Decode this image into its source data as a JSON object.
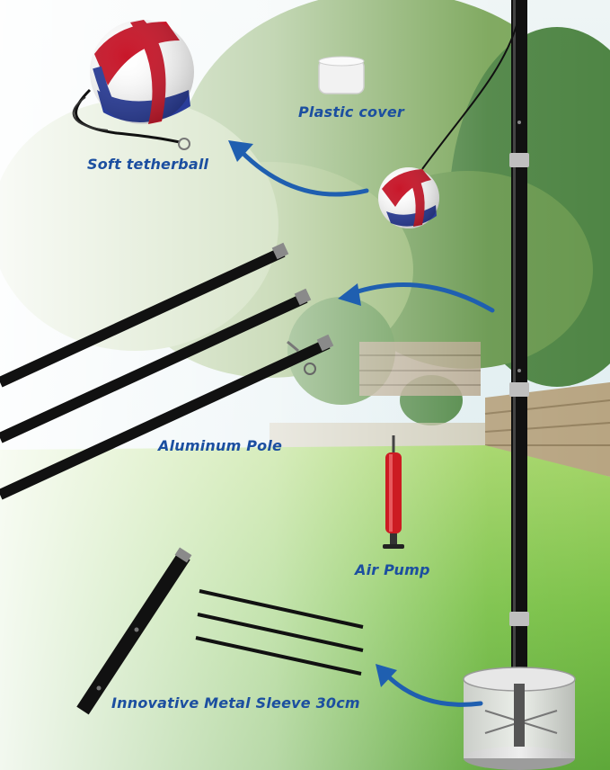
{
  "labels": {
    "tetherball": "Soft tetherball",
    "cover": "Plastic cover",
    "pole": "Aluminum Pole",
    "pump": "Air Pump",
    "sleeve": "Innovative Metal Sleeve 30cm"
  },
  "colors": {
    "label": "#1c4fa0",
    "arrow": "#1f5fb0",
    "pole": "#111111",
    "ball_red": "#c8172a",
    "ball_blue": "#2a3d9a",
    "pump_red": "#cc1b22",
    "grass": "#7fc64a",
    "sky": "#dfeef5"
  },
  "icons": [
    "tetherball-icon",
    "plastic-cover-icon",
    "pole-section-icon",
    "air-pump-icon",
    "metal-sleeve-icon",
    "weighted-base-icon",
    "arrow-icon"
  ]
}
